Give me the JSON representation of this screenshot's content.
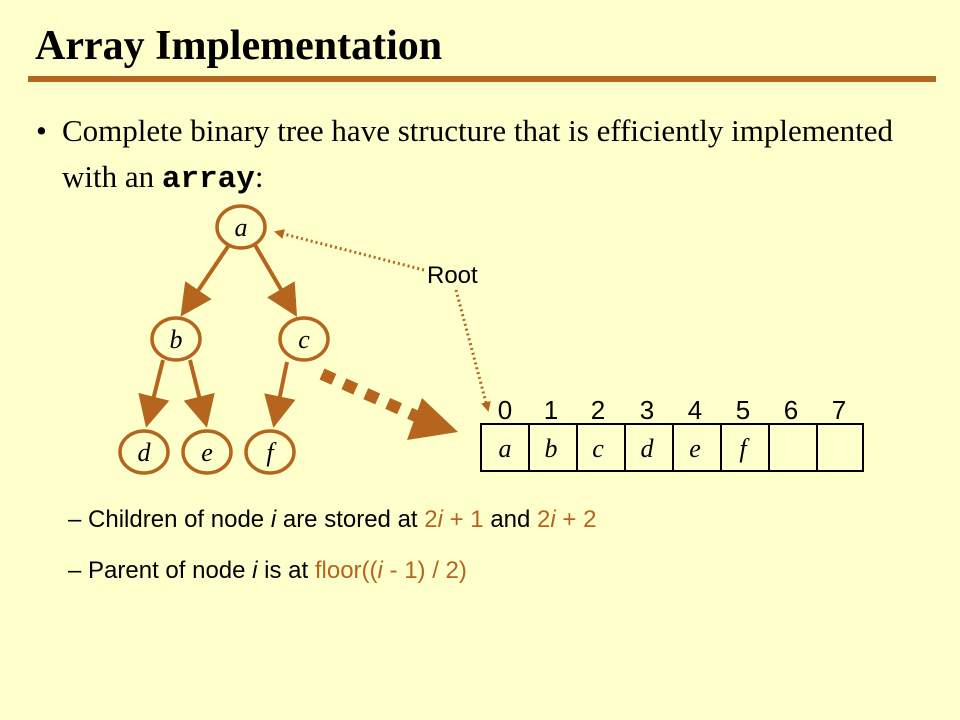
{
  "slide": {
    "title": "Array Implementation",
    "bullet_marker": "•",
    "bullet_text_part1": "Complete binary tree have structure that is efficiently implemented with an ",
    "bullet_code": "array",
    "bullet_text_part2": ":"
  },
  "tree": {
    "nodes": [
      "a",
      "b",
      "c",
      "d",
      "e",
      "f"
    ],
    "color": "#B5651D"
  },
  "root_label": "Root",
  "array": {
    "indices": [
      "0",
      "1",
      "2",
      "3",
      "4",
      "5",
      "6",
      "7"
    ],
    "cells": [
      "a",
      "b",
      "c",
      "d",
      "e",
      "f",
      "",
      ""
    ]
  },
  "rules": {
    "children": {
      "dash": "–",
      "prefix": "Children of node ",
      "var": "i",
      "middle": " are stored at ",
      "expr1_a": "2",
      "expr1_var": "i",
      "expr1_b": " + 1",
      "and": " and ",
      "expr2_a": "2",
      "expr2_var": "i",
      "expr2_b": " + 2"
    },
    "parent": {
      "dash": "–",
      "prefix": "Parent of node ",
      "var": "i",
      "middle": " is at ",
      "expr_a": "floor((",
      "expr_var": "i",
      "expr_b": " - 1) / 2)"
    }
  }
}
